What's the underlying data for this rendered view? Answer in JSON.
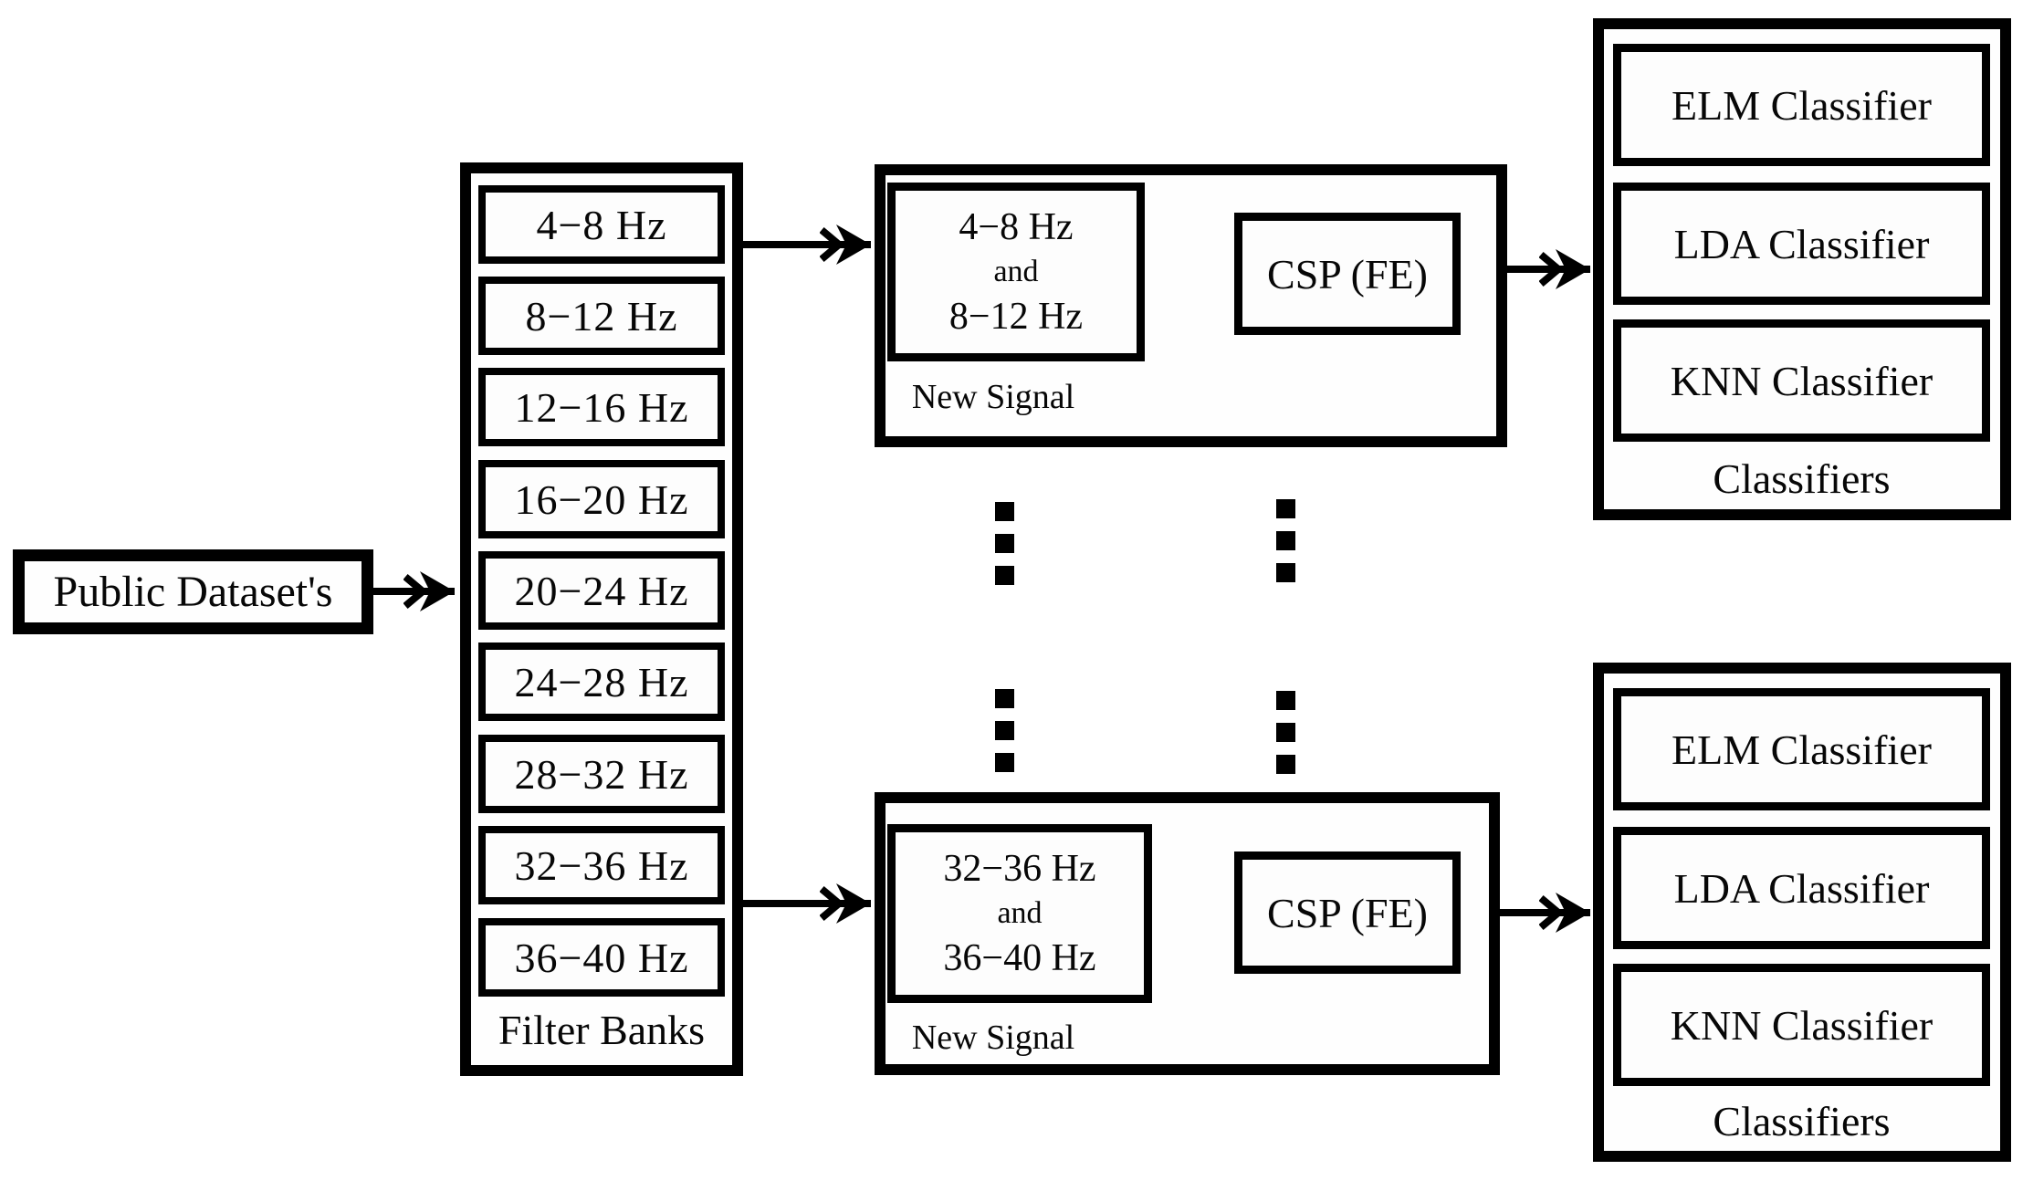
{
  "colors": {
    "ink": "#000000",
    "paper": "#ffffff"
  },
  "source_box": {
    "label": "Public Dataset's"
  },
  "filter_bank": {
    "caption": "Filter Banks",
    "bands": [
      "4−8 Hz",
      "8−12 Hz",
      "12−16 Hz",
      "16−20 Hz",
      "20−24 Hz",
      "24−28 Hz",
      "28−32 Hz",
      "32−36 Hz",
      "36−40 Hz"
    ]
  },
  "pipeline_top": {
    "new_signal": {
      "band_a": "4−8 Hz",
      "conjunction": "and",
      "band_b": "8−12 Hz",
      "caption": "New Signal"
    },
    "feature_extraction": {
      "label": "CSP (FE)"
    },
    "classifier_bank": {
      "caption": "Classifiers",
      "items": [
        "ELM Classifier",
        "LDA Classifier",
        "KNN Classifier"
      ]
    }
  },
  "pipeline_bottom": {
    "new_signal": {
      "band_a": "32−36 Hz",
      "conjunction": "and",
      "band_b": "36−40 Hz",
      "caption": "New Signal"
    },
    "feature_extraction": {
      "label": "CSP (FE)"
    },
    "classifier_bank": {
      "caption": "Classifiers",
      "items": [
        "ELM Classifier",
        "LDA Classifier",
        "KNN Classifier"
      ]
    }
  }
}
